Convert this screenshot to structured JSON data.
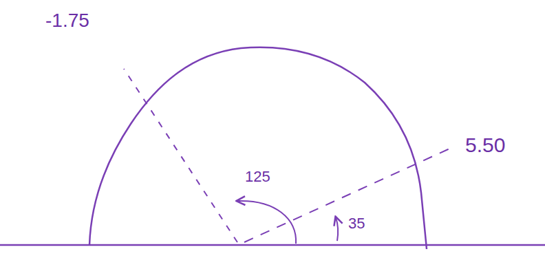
{
  "diagram": {
    "labels": [
      "-1.75",
      "125",
      "5.50",
      "35"
    ]
  }
}
